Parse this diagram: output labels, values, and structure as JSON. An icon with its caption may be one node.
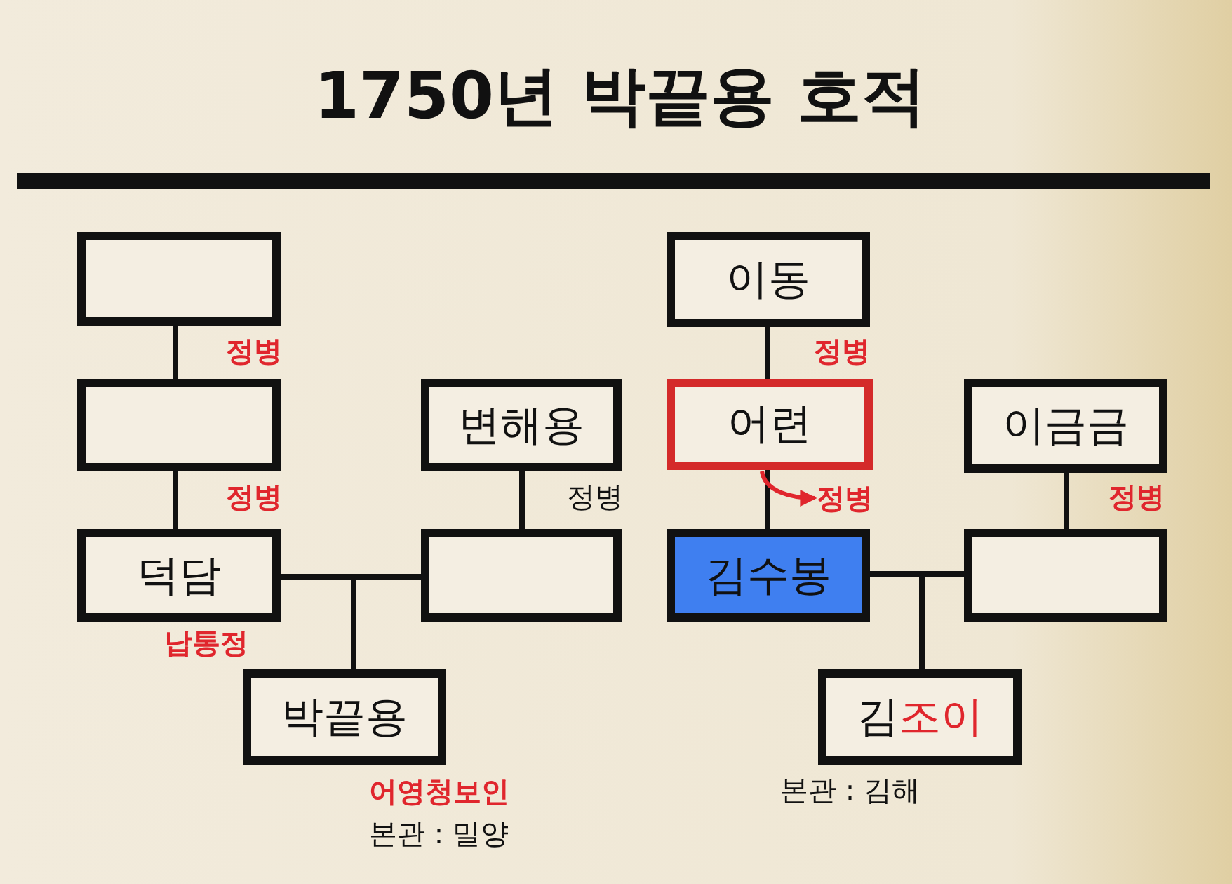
{
  "diagram": {
    "title": "1750년 박끝용 호적",
    "nodes": [
      {
        "text": [],
        "shape": "box",
        "beside": [
          "정병"
        ]
      },
      {
        "text": [],
        "shape": "box",
        "beside": [
          "정병"
        ]
      },
      {
        "text": [
          "덕담"
        ],
        "beside": [
          "납통정"
        ]
      },
      {
        "text": [
          "변해용"
        ],
        "beside": [
          "정병"
        ]
      },
      {
        "text": [],
        "shape": "box"
      },
      {
        "text": [
          "박끝용"
        ],
        "beside": [
          "어영청보인",
          "본관 : 밀양"
        ]
      },
      {
        "text": [
          "이동"
        ],
        "beside": [
          "정병"
        ]
      },
      {
        "text": [
          "어련"
        ]
      },
      {
        "text": [
          "정병"
        ]
      },
      {
        "text": [
          "이금금"
        ],
        "beside": [
          "정병"
        ]
      },
      {
        "text": [
          "김수봉"
        ]
      },
      {
        "text": [],
        "shape": "box"
      },
      {
        "text": [
          "김조이"
        ],
        "beside": [
          "본관 : 김해"
        ]
      }
    ],
    "edges": [
      {
        "from": 0,
        "to": 1,
        "arrow": "none"
      },
      {
        "from": 1,
        "to": 2,
        "arrow": "none"
      },
      {
        "from": 3,
        "to": 4,
        "arrow": "none"
      },
      {
        "from": 2,
        "to": 5,
        "arrow": "none"
      },
      {
        "from": 4,
        "to": 5,
        "arrow": "none"
      },
      {
        "from": 6,
        "to": 7,
        "arrow": "none"
      },
      {
        "from": 7,
        "to": 10,
        "arrow": "none"
      },
      {
        "from": 7,
        "to": 8,
        "arrow": "to",
        "color": "#e0262d"
      },
      {
        "from": 9,
        "to": 11,
        "arrow": "none"
      },
      {
        "from": 10,
        "to": 12,
        "arrow": "none"
      },
      {
        "from": 11,
        "to": 12,
        "arrow": "none"
      }
    ]
  }
}
